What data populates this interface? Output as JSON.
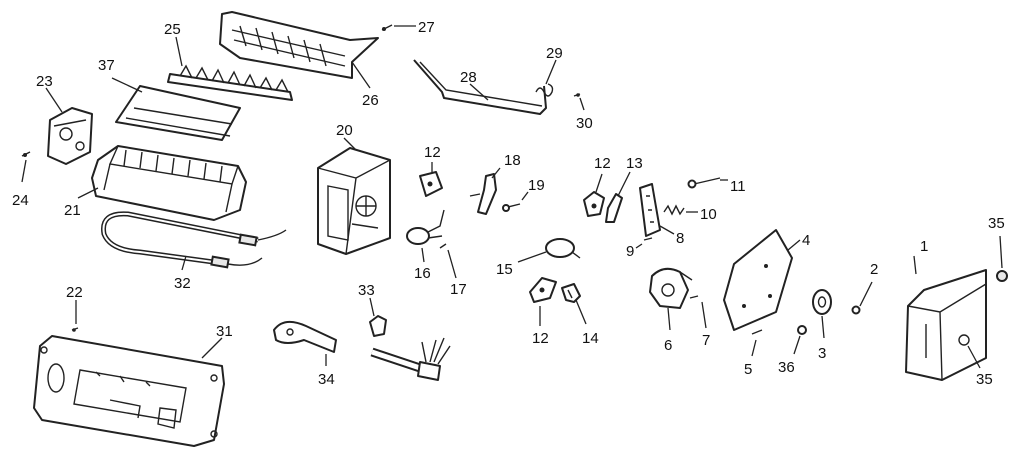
{
  "diagram": {
    "type": "exploded-parts-view",
    "callouts": [
      {
        "id": "1",
        "label": "1"
      },
      {
        "id": "2",
        "label": "2"
      },
      {
        "id": "3",
        "label": "3"
      },
      {
        "id": "4",
        "label": "4"
      },
      {
        "id": "5",
        "label": "5"
      },
      {
        "id": "6",
        "label": "6"
      },
      {
        "id": "7",
        "label": "7"
      },
      {
        "id": "8",
        "label": "8"
      },
      {
        "id": "9",
        "label": "9"
      },
      {
        "id": "10",
        "label": "10"
      },
      {
        "id": "11",
        "label": "11"
      },
      {
        "id": "12a",
        "label": "12"
      },
      {
        "id": "12b",
        "label": "12"
      },
      {
        "id": "12c",
        "label": "12"
      },
      {
        "id": "13",
        "label": "13"
      },
      {
        "id": "14",
        "label": "14"
      },
      {
        "id": "15",
        "label": "15"
      },
      {
        "id": "16",
        "label": "16"
      },
      {
        "id": "17",
        "label": "17"
      },
      {
        "id": "18",
        "label": "18"
      },
      {
        "id": "19",
        "label": "19"
      },
      {
        "id": "20",
        "label": "20"
      },
      {
        "id": "21",
        "label": "21"
      },
      {
        "id": "22",
        "label": "22"
      },
      {
        "id": "23",
        "label": "23"
      },
      {
        "id": "24",
        "label": "24"
      },
      {
        "id": "25",
        "label": "25"
      },
      {
        "id": "26",
        "label": "26"
      },
      {
        "id": "27",
        "label": "27"
      },
      {
        "id": "28",
        "label": "28"
      },
      {
        "id": "29",
        "label": "29"
      },
      {
        "id": "30",
        "label": "30"
      },
      {
        "id": "31",
        "label": "31"
      },
      {
        "id": "32",
        "label": "32"
      },
      {
        "id": "33",
        "label": "33"
      },
      {
        "id": "34",
        "label": "34"
      },
      {
        "id": "35a",
        "label": "35"
      },
      {
        "id": "35b",
        "label": "35"
      },
      {
        "id": "36",
        "label": "36"
      },
      {
        "id": "37",
        "label": "37"
      }
    ]
  }
}
